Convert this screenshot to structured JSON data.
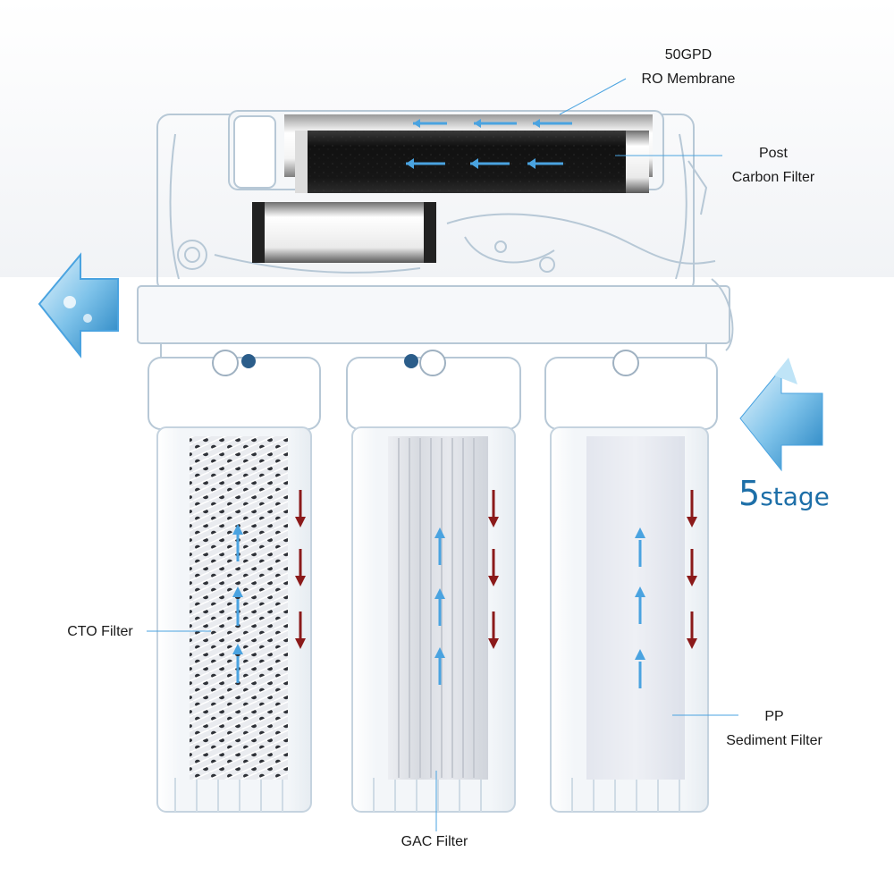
{
  "labels": {
    "ro_membrane": {
      "line1": "50GPD",
      "line2": "RO Membrane"
    },
    "post_carbon": {
      "line1": "Post",
      "line2": "Carbon Filter"
    },
    "cto": "CTO Filter",
    "pp_sediment": {
      "line1": "PP",
      "line2": "Sediment Filter"
    },
    "gac": "GAC Filter"
  },
  "badge": {
    "number": "5",
    "word": "stage"
  },
  "colors": {
    "flow_up": "#4aa3e0",
    "flow_down": "#8b1a1a",
    "accent_text": "#1d6fa8",
    "outline": "#b7c8d6",
    "membrane_dark": "#1b1b1b"
  },
  "icons": {
    "outlet": "water-outlet-arrow-icon",
    "inlet": "water-inlet-arrow-icon"
  }
}
